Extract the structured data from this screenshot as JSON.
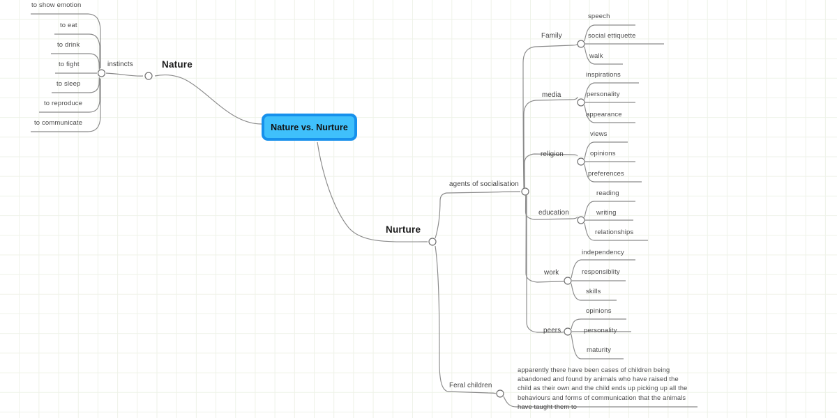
{
  "document": {
    "title": "Nature vs. Nurture",
    "type": "mind-map",
    "background": "#ffffff",
    "grid_color": "#eef2e8",
    "line_color": "#8a8a8a"
  },
  "root": {
    "label": "Nature vs. Nurture",
    "fill_color": "#3fc0fb",
    "border_color": "#1690ec",
    "text_color": "#111111"
  },
  "branches": [
    {
      "id": "nature",
      "label": "Nature",
      "side": "left",
      "children": [
        {
          "id": "instincts",
          "label": "instincts",
          "children": [
            {
              "label": "to show emotion"
            },
            {
              "label": "to eat"
            },
            {
              "label": "to drink"
            },
            {
              "label": "to fight"
            },
            {
              "label": "to sleep"
            },
            {
              "label": "to reproduce"
            },
            {
              "label": "to communicate"
            }
          ]
        }
      ]
    },
    {
      "id": "nurture",
      "label": "Nurture",
      "side": "right",
      "children": [
        {
          "id": "agents-of-socialisation",
          "label": "agents of socialisation",
          "children": [
            {
              "id": "family",
              "label": "Family",
              "children": [
                {
                  "label": "speech"
                },
                {
                  "label": "social ettiquette"
                },
                {
                  "label": "walk"
                }
              ]
            },
            {
              "id": "media",
              "label": "media",
              "children": [
                {
                  "label": "inspirations"
                },
                {
                  "label": "personality"
                },
                {
                  "label": "appearance"
                }
              ]
            },
            {
              "id": "religion",
              "label": "religion",
              "children": [
                {
                  "label": "views"
                },
                {
                  "label": "opinions"
                },
                {
                  "label": "preferences"
                }
              ]
            },
            {
              "id": "education",
              "label": "education",
              "children": [
                {
                  "label": "reading"
                },
                {
                  "label": "writing"
                },
                {
                  "label": "relationships"
                }
              ]
            },
            {
              "id": "work",
              "label": "work",
              "children": [
                {
                  "label": "independency"
                },
                {
                  "label": "responsiblity"
                },
                {
                  "label": "skills"
                }
              ]
            },
            {
              "id": "peers",
              "label": "peers",
              "children": [
                {
                  "label": "opinions"
                },
                {
                  "label": "personality"
                },
                {
                  "label": "maturity"
                }
              ]
            }
          ]
        },
        {
          "id": "feral-children",
          "label": "Feral children",
          "children": [
            {
              "label": "apparently there have been cases of children being abandoned and found by animals who have raised the child as their own and the child ends up picking up all the behaviours and forms of communication that the animals have taught them to"
            }
          ]
        }
      ]
    }
  ],
  "labels": {
    "nature": "Nature",
    "nurture": "Nurture",
    "instincts": "instincts",
    "to_show_emotion": "to show emotion",
    "to_eat": "to eat",
    "to_drink": "to drink",
    "to_fight": "to fight",
    "to_sleep": "to sleep",
    "to_reproduce": "to reproduce",
    "to_communicate": "to communicate",
    "agents_of_socialisation": "agents of socialisation",
    "family": "Family",
    "speech": "speech",
    "social_ettiquette": "social ettiquette",
    "walk": "walk",
    "media": "media",
    "inspirations": "inspirations",
    "personality": "personality",
    "appearance": "appearance",
    "religion": "religion",
    "views": "views",
    "opinions": "opinions",
    "preferences": "preferences",
    "education": "education",
    "reading": "reading",
    "writing": "writing",
    "relationships": "relationships",
    "work": "work",
    "independency": "independency",
    "responsiblity": "responsiblity",
    "skills": "skills",
    "peers": "peers",
    "peers_opinions": "opinions",
    "peers_personality": "personality",
    "maturity": "maturity",
    "feral_children": "Feral children",
    "feral_children_note": "apparently there have been cases of children being abandoned and found by animals who have raised the child as their own and the child ends up picking up all the behaviours and forms of communication that the animals have taught them to"
  }
}
